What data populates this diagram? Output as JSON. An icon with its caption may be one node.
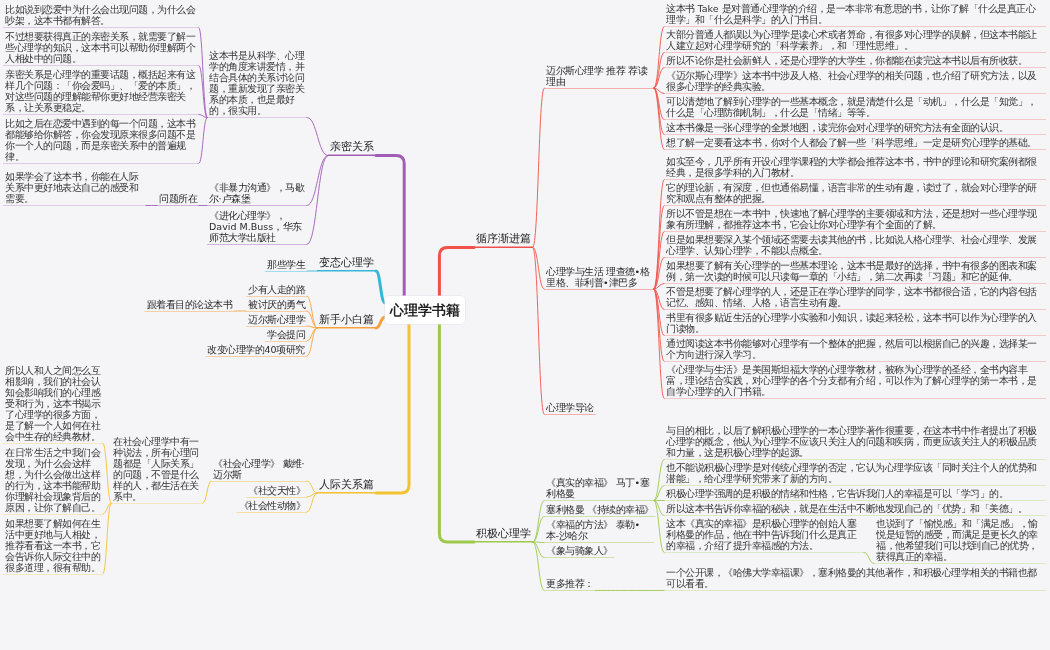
{
  "diagram": {
    "nodes": [
      {
        "text": [
          "心理学书籍"
        ]
      },
      {
        "text": [
          "循序渐进篇"
        ]
      },
      {
        "text": [
          "迈尔斯心理学 推荐 荐读理由"
        ]
      },
      {
        "text": [
          "这本书 Take 是对普通心理学的介绍，是一本非常有意思的书，让你了解「什么是真正心理学」和「什么是科学」的入门书目。"
        ]
      },
      {
        "text": [
          "大部分普通人都误以为心理学是读心术或者算命，有很多对心理学的误解，但这本书能让人建立起对心理学研究的「科学素养」，和「理性思维」。"
        ]
      },
      {
        "text": [
          "所以不论你是社会新鲜人，还是心理学的大学生，你都能在读完这本书以后有所收获。"
        ]
      },
      {
        "text": [
          "《迈尔斯心理学》这本书中涉及人格、社会心理学的相关问题，也介绍了研究方法，以及很多心理学的经典实验。"
        ]
      },
      {
        "text": [
          "可以清楚地了解到心理学的一些基本概念，就是清楚什么是「动机」，什么是「知觉」，什么是「心理防御机制」，什么是「情绪」等等。"
        ]
      },
      {
        "text": [
          "这本书像是一张心理学的全景地图，读完你会对心理学的研究方法有全面的认识。"
        ]
      },
      {
        "text": [
          "想了解一定要看这本书，你对个人都会了解一些「科学思维」一定是研究心理学的基础。"
        ]
      },
      {
        "text": [
          "心理学与生活 理查德•格里格、菲利普•津巴多"
        ]
      },
      {
        "text": [
          "如实至今，几乎所有开设心理学课程的大学都会推荐这本书，书中的理论和研究案例都很经典，是很多学科的入门教材。"
        ]
      },
      {
        "text": [
          "它的理论新，有深度，但也通俗易懂，语言非常的生动有趣，读过了，就会对心理学的研究和观点有整体的把握。"
        ]
      },
      {
        "text": [
          "所以不管是想在一本书中，快速地了解心理学的主要领域和方法，还是想对一些心理学现象有所理解，都推荐这本书，它会让你对心理学有个全面的了解。"
        ]
      },
      {
        "text": [
          "但是如果想要深入某个领域还需要去读其他的书，比如说人格心理学、社会心理学、发展心理学、认知心理学，不能以点概全。"
        ]
      },
      {
        "text": [
          "如果想要了解有关心理学的一些基本理论，这本书是最好的选择，书中有很多的图表和案例，第一次读的时候可以只读每一章的「小结」，第二次再读「习题」和它的延伸。"
        ]
      },
      {
        "text": [
          "不管是想要了解心理学的人，还是正在学心理学的同学，这本书都很合适，它的内容包括记忆、感知、情绪、人格，语言生动有趣。"
        ]
      },
      {
        "text": [
          "书里有很多贴近生活的心理学小实验和小知识，读起来轻松，这本书可以作为心理学的入门读物。"
        ]
      },
      {
        "text": [
          "通过阅读这本书你能够对心理学有一个整体的把握，然后可以根据自己的兴趣，选择某一个方向进行深入学习。"
        ]
      },
      {
        "text": [
          "《心理学与生活》是美国斯坦福大学的心理学教材，被称为心理学的圣经，全书内容丰富，理论结合实践，对心理学的各个分支都有介绍，可以作为了解心理学的第一本书，是自学心理学的入门书籍。"
        ]
      },
      {
        "text": [
          "心理学导论"
        ]
      },
      {
        "text": [
          "新手小白篇"
        ]
      },
      {
        "text": [
          "少有人走的路"
        ]
      },
      {
        "text": [
          "被讨厌的勇气"
        ]
      },
      {
        "text": [
          "跟着看目的论这本书"
        ]
      },
      {
        "text": [
          "迈尔斯心理学"
        ]
      },
      {
        "text": [
          "学会提问"
        ]
      },
      {
        "text": [
          "改变心理学的40项研究"
        ]
      },
      {
        "text": [
          "人际关系篇"
        ]
      },
      {
        "text": [
          "《社会心理学》 戴维·迈尔斯"
        ]
      },
      {
        "text": [
          "在社会心理学中有一种说法，所有心理问题都是「人际关系」的问题，不管是什么样的人，都生活在关系中。"
        ]
      },
      {
        "text": [
          "所以人和人之间怎么互相影响，我们的社会认知会影响我们的心理感受和行为，这本书揭示了心理学的很多方面，是了解一个人如何在社会中生存的经典教材。"
        ]
      },
      {
        "text": [
          "在日常生活之中我们会发现，为什么会这样想，为什么会做出这样的行为，这本书能帮助你理解社会现象背后的原因，让你了解自己。"
        ]
      },
      {
        "text": [
          "如果想要了解如何在生活中更好地与人相处，推荐看看这一本书，它会告诉你人际交往中的很多道理，很有帮助。"
        ]
      },
      {
        "text": [
          "《社交天性》"
        ]
      },
      {
        "text": [
          "《社会性动物》"
        ]
      },
      {
        "text": [
          "积极心理学"
        ]
      },
      {
        "text": [
          "《真实的幸福》 马丁•塞利格曼"
        ]
      },
      {
        "text": [
          "与目的相比，以后了解积极心理学的一本心理学著作很重要，在这本书中作者提出了积极心理学的概念，他认为心理学不应该只关注人的问题和疾病，而更应该关注人的积极品质和力量，这是积极心理学的起源。"
        ]
      },
      {
        "text": [
          "也不能说积极心理学是对传统心理学的否定，它认为心理学应该「同时关注个人的优势和潜能」，给心理学研究带来了新的方向。"
        ]
      },
      {
        "text": [
          "积极心理学强调的是积极的情绪和性格，它告诉我们人的幸福是可以「学习」的。"
        ]
      },
      {
        "text": [
          "所以这本书告诉你幸福的秘诀，就是在生活中不断地发现自己的「优势」和「美德」。"
        ]
      },
      {
        "text": [
          "这本《真实的幸福》是积极心理学的创始人塞利格曼的作品，他在书中告诉我们什么是真正的幸福，介绍了提升幸福感的方法。"
        ]
      },
      {
        "text": [
          "也说到了「愉悦感」和「满足感」，愉悦是短暂的感受，而满足是更长久的幸福，他希望我们可以找到自己的优势，获得真正的幸福。"
        ]
      },
      {
        "text": [
          "塞利格曼 《持续的幸福》"
        ]
      },
      {
        "text": [
          "《幸福的方法》 泰勒•本-沙哈尔"
        ]
      },
      {
        "text": [
          "《象与骑象人》"
        ]
      },
      {
        "text": [
          "更多推荐："
        ]
      },
      {
        "text": [
          "一个公开课，《哈佛大学幸福课》，塞利格曼的其他著作，和积极心理学相关的书籍也都可以看看。"
        ]
      },
      {
        "text": [
          "亲密关系"
        ]
      },
      {
        "text": [
          "这本书是从科学、心理学的角度来讲爱情，并结合具体的关系讨论问题，重新发现了亲密关系的本质，也是最好的，很实用。"
        ]
      },
      {
        "text": [
          "比如说到恋爱中为什么会出现问题，为什么会吵架，这本书都有解答。"
        ]
      },
      {
        "text": [
          "不过想要获得真正的亲密关系，就需要了解一些心理学的知识，这本书可以帮助你理解两个人相处中的问题。"
        ]
      },
      {
        "text": [
          "亲密关系是心理学的重要话题，概括起来有这样几个问题：「你会爱吗」、「爱的本质」，对这些问题的理解能帮你更好地经营亲密关系，让关系更稳定。"
        ]
      },
      {
        "text": [
          "比如之后在恋爱中遇到的每一个问题，这本书都能够给你解答，你会发现原来很多问题不是你一个人的问题，而是亲密关系中的普遍规律。"
        ]
      },
      {
        "text": [
          "《非暴力沟通》，马歇尔·卢森堡"
        ]
      },
      {
        "text": [
          "问题所在"
        ]
      },
      {
        "text": [
          "如果学会了这本书，你能在人际关系中更好地表达自己的感受和需要。"
        ]
      },
      {
        "text": [
          "《进化心理学》，David M.Buss，华东师范大学出版社"
        ]
      },
      {
        "text": [
          "变态心理学"
        ]
      },
      {
        "text": [
          "那些学生"
        ]
      }
    ],
    "edges": [
      {
        "from": 0,
        "to": 1,
        "arrow": "none",
        "style": "thick"
      },
      {
        "from": 1,
        "to": 2,
        "arrow": "none"
      },
      {
        "from": 2,
        "to": 3,
        "arrow": "none"
      },
      {
        "from": 2,
        "to": 4,
        "arrow": "none"
      },
      {
        "from": 2,
        "to": 5,
        "arrow": "none"
      },
      {
        "from": 2,
        "to": 6,
        "arrow": "none"
      },
      {
        "from": 2,
        "to": 7,
        "arrow": "none"
      },
      {
        "from": 2,
        "to": 8,
        "arrow": "none"
      },
      {
        "from": 2,
        "to": 9,
        "arrow": "none"
      },
      {
        "from": 1,
        "to": 10,
        "arrow": "none"
      },
      {
        "from": 10,
        "to": 11,
        "arrow": "none"
      },
      {
        "from": 10,
        "to": 12,
        "arrow": "none"
      },
      {
        "from": 10,
        "to": 13,
        "arrow": "none"
      },
      {
        "from": 10,
        "to": 14,
        "arrow": "none"
      },
      {
        "from": 10,
        "to": 15,
        "arrow": "none"
      },
      {
        "from": 10,
        "to": 16,
        "arrow": "none"
      },
      {
        "from": 10,
        "to": 17,
        "arrow": "none"
      },
      {
        "from": 10,
        "to": 18,
        "arrow": "none"
      },
      {
        "from": 10,
        "to": 19,
        "arrow": "none"
      },
      {
        "from": 1,
        "to": 20,
        "arrow": "none"
      },
      {
        "from": 0,
        "to": 21,
        "arrow": "none",
        "style": "thick",
        "color": "#f5a03c"
      },
      {
        "from": 21,
        "to": 22,
        "arrow": "none",
        "color": "#f5a03c"
      },
      {
        "from": 21,
        "to": 23,
        "arrow": "none",
        "color": "#f5a03c"
      },
      {
        "from": 23,
        "to": 24,
        "arrow": "none",
        "color": "#f5a03c"
      },
      {
        "from": 21,
        "to": 25,
        "arrow": "none",
        "color": "#f5a03c"
      },
      {
        "from": 21,
        "to": 26,
        "arrow": "none",
        "color": "#f5a03c"
      },
      {
        "from": 21,
        "to": 27,
        "arrow": "none",
        "color": "#f5a03c"
      },
      {
        "from": 0,
        "to": 28,
        "arrow": "none",
        "style": "thick",
        "color": "#f2c230"
      },
      {
        "from": 28,
        "to": 29,
        "arrow": "none",
        "color": "#f2c230"
      },
      {
        "from": 29,
        "to": 30,
        "arrow": "none",
        "color": "#f2c230"
      },
      {
        "from": 30,
        "to": 31,
        "arrow": "none",
        "color": "#f2c230"
      },
      {
        "from": 30,
        "to": 32,
        "arrow": "none",
        "color": "#f2c230"
      },
      {
        "from": 30,
        "to": 33,
        "arrow": "none",
        "color": "#f2c230"
      },
      {
        "from": 28,
        "to": 34,
        "arrow": "none",
        "color": "#f2c230"
      },
      {
        "from": 28,
        "to": 35,
        "arrow": "none",
        "color": "#f2c230"
      },
      {
        "from": 0,
        "to": 36,
        "arrow": "none",
        "style": "thick",
        "color": "#9cc94a"
      },
      {
        "from": 36,
        "to": 37,
        "arrow": "none",
        "color": "#9cc94a"
      },
      {
        "from": 37,
        "to": 38,
        "arrow": "none",
        "color": "#9cc94a"
      },
      {
        "from": 37,
        "to": 39,
        "arrow": "none",
        "color": "#9cc94a"
      },
      {
        "from": 37,
        "to": 40,
        "arrow": "none",
        "color": "#9cc94a"
      },
      {
        "from": 37,
        "to": 41,
        "arrow": "none",
        "color": "#9cc94a"
      },
      {
        "from": 37,
        "to": 42,
        "arrow": "none",
        "color": "#9cc94a"
      },
      {
        "from": 42,
        "to": 43,
        "arrow": "none",
        "color": "#9cc94a"
      },
      {
        "from": 36,
        "to": 44,
        "arrow": "none",
        "color": "#9cc94a"
      },
      {
        "from": 36,
        "to": 45,
        "arrow": "none",
        "color": "#9cc94a"
      },
      {
        "from": 36,
        "to": 46,
        "arrow": "none",
        "color": "#9cc94a"
      },
      {
        "from": 36,
        "to": 47,
        "arrow": "none",
        "color": "#9cc94a"
      },
      {
        "from": 47,
        "to": 48,
        "arrow": "none",
        "color": "#9cc94a"
      },
      {
        "from": 0,
        "to": 49,
        "arrow": "none",
        "style": "thick",
        "color": "#a15cb5"
      },
      {
        "from": 49,
        "to": 50,
        "arrow": "none",
        "color": "#a15cb5"
      },
      {
        "from": 50,
        "to": 51,
        "arrow": "none",
        "color": "#a15cb5"
      },
      {
        "from": 50,
        "to": 52,
        "arrow": "none",
        "color": "#a15cb5"
      },
      {
        "from": 50,
        "to": 53,
        "arrow": "none",
        "color": "#a15cb5"
      },
      {
        "from": 50,
        "to": 54,
        "arrow": "none",
        "color": "#a15cb5"
      },
      {
        "from": 49,
        "to": 55,
        "arrow": "none",
        "color": "#a15cb5"
      },
      {
        "from": 55,
        "to": 56,
        "arrow": "none",
        "color": "#a15cb5"
      },
      {
        "from": 56,
        "to": 57,
        "arrow": "none",
        "color": "#a15cb5"
      },
      {
        "from": 49,
        "to": 58,
        "arrow": "none",
        "color": "#a15cb5"
      },
      {
        "from": 0,
        "to": 59,
        "arrow": "none",
        "style": "thick",
        "color": "#35b8d8"
      },
      {
        "from": 59,
        "to": 60,
        "arrow": "none",
        "color": "#35b8d8"
      }
    ]
  }
}
